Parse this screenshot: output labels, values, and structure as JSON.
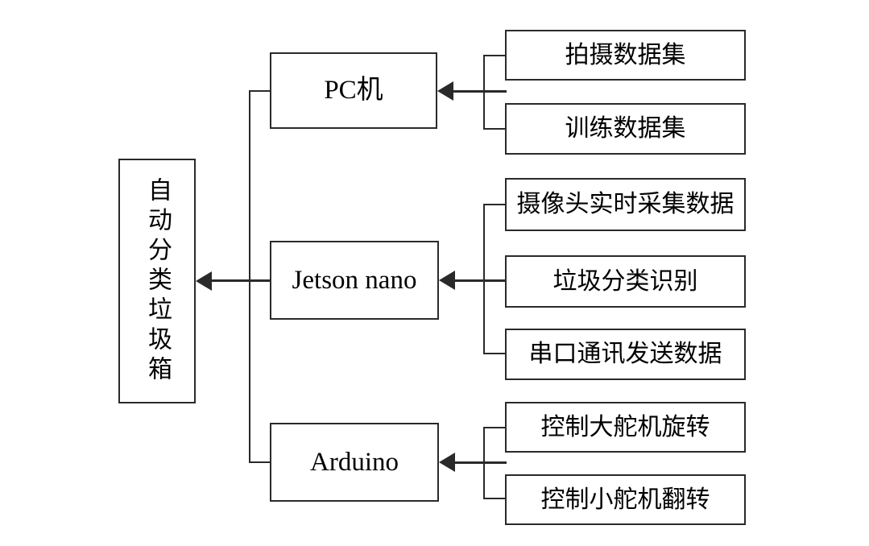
{
  "diagram": {
    "type": "block-diagram",
    "flow_direction": "right-to-left",
    "root_label": "自动分类垃圾箱",
    "groups": [
      {
        "parent": "PC机",
        "children": [
          "拍摄数据集",
          "训练数据集"
        ]
      },
      {
        "parent": "Jetson nano",
        "children": [
          "摄像头实时采集数据",
          "垃圾分类识别",
          "串口通讯发送数据"
        ]
      },
      {
        "parent": "Arduino",
        "children": [
          "控制大舵机旋转",
          "控制小舵机翻转"
        ]
      }
    ],
    "colors": {
      "background": "#ffffff",
      "line": "#2a2a2a",
      "box_border": "#2a2a2a",
      "text": "#000000"
    }
  }
}
